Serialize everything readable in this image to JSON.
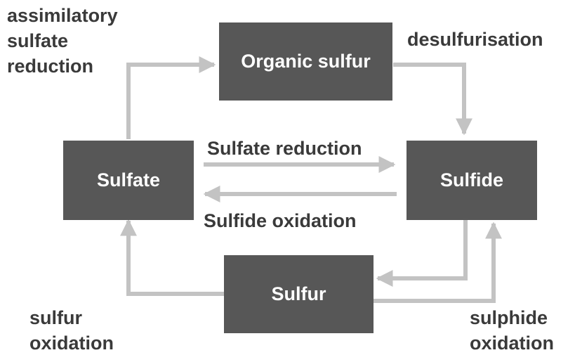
{
  "colors": {
    "node_fill": "#575757",
    "node_text": "#ffffff",
    "arrow": "#c3c3c3",
    "label_text": "#3a3a3a",
    "background": "#ffffff"
  },
  "nodes": {
    "organic_sulfur": "Organic sulfur",
    "sulfate": "Sulfate",
    "sulfide": "Sulfide",
    "sulfur": "Sulfur"
  },
  "labels": {
    "assimilatory": [
      "assimilatory",
      "sulfate",
      "reduction"
    ],
    "desulfurisation": "desulfurisation",
    "sulfate_reduction": "Sulfate reduction",
    "sulfide_oxidation": "Sulfide oxidation",
    "sulfur_oxidation": [
      "sulfur",
      "oxidation"
    ],
    "sulphide_oxidation": [
      "sulphide",
      "oxidation"
    ]
  }
}
